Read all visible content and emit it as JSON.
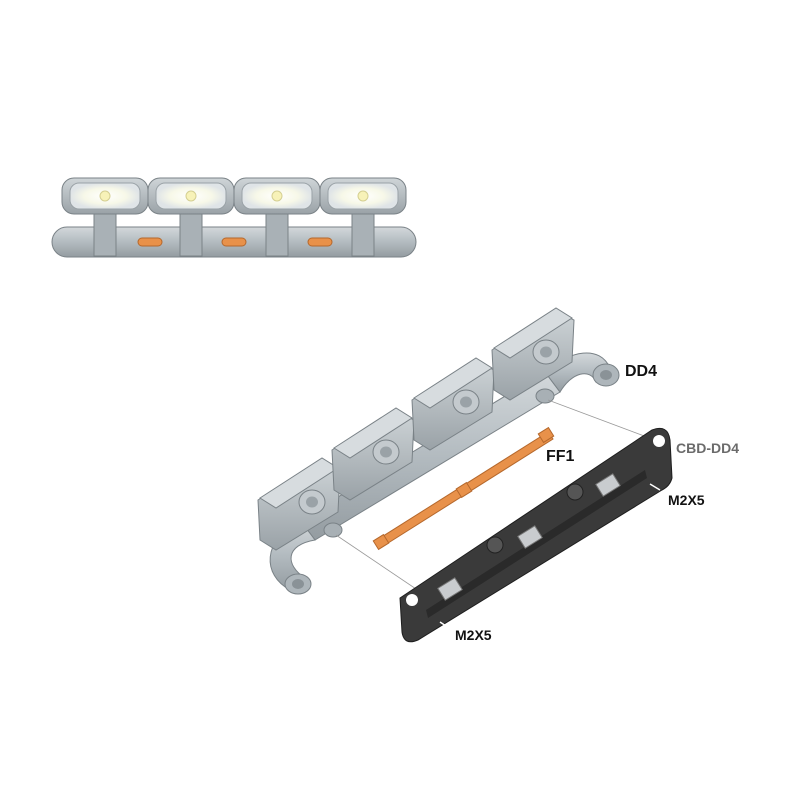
{
  "labels": {
    "dd4": "DD4",
    "ff1": "FF1",
    "cbd_dd4": "CBD-DD4",
    "m2x5_right": "M2X5",
    "m2x5_left": "M2X5"
  },
  "colors": {
    "part_gray": "#b9c0c4",
    "part_gray_dark": "#8e979c",
    "part_outline": "#7a8287",
    "orange_part": "#e8914a",
    "bracket_black": "#3a3a3a",
    "label_black": "#111111",
    "label_gray": "#6b6b6b",
    "lens": "#f4f6f7"
  }
}
